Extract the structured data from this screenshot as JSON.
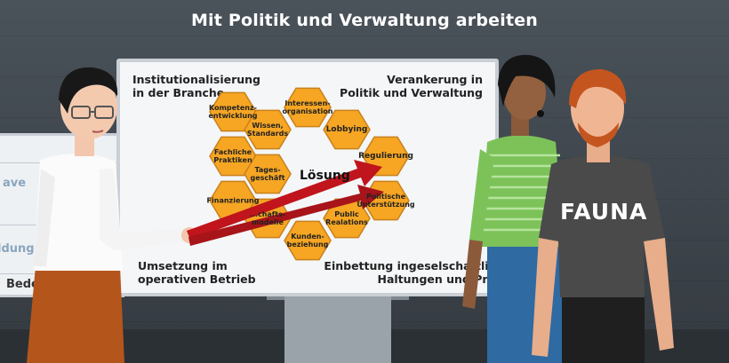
{
  "title": "Mit Politik und Verwaltung arbeiten",
  "left_board": {
    "line1": "ave",
    "line2": "ldung",
    "line3": "Bedeut"
  },
  "board": {
    "top_left": "Institutionalisierung\nin der Branche",
    "top_right": "Verankerung in\nPolitik und Verwaltung",
    "bottom_left": "Umsetzung im\noperativen Betrieb",
    "bottom_right": "Einbettung ingeselschaftlic\nHaltungen und Pra",
    "center": "Lösung",
    "hexagons": [
      "Kompetenz-\nentwicklung",
      "Wissen,\nStandards",
      "Interessen-\norganisation",
      "Lobbying",
      "Fachliche\nPraktiken",
      "Tages-\ngeschäft",
      "Regulierung",
      "Finanzierung",
      "Politische\nUnterstützung",
      "...chafts-\nmodelle",
      "Public\nRealations",
      "Kunden-\nbeziehung"
    ]
  },
  "shirt_text": "FAUNA",
  "colors": {
    "hex_fill": "#f6a623",
    "hex_stroke": "#c9801a",
    "arrow": "#c0151c",
    "background": "#434a51"
  }
}
